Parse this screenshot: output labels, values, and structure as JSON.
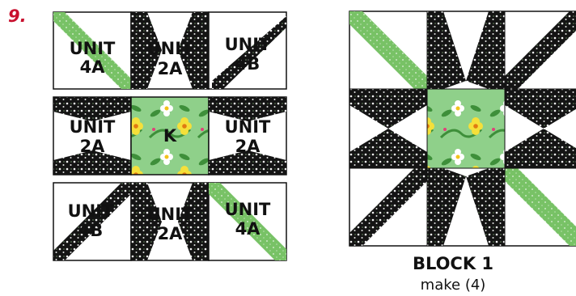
{
  "step": {
    "number": "9."
  },
  "units": {
    "u4a": "UNIT 4A",
    "u2a": "UNIT 2A",
    "u4b": "UNIT 4B",
    "k": "K"
  },
  "block": {
    "name": "BLOCK 1",
    "note": "make (4)"
  },
  "colors": {
    "accent": "#c8102e",
    "green_print": "#7dc46d",
    "floral_bg": "#8fd08a",
    "dark_print": "#141414",
    "outline": "#111111"
  }
}
